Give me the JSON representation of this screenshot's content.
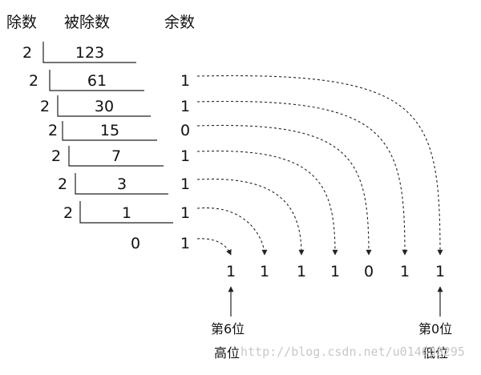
{
  "headers": {
    "divisor": "除数",
    "dividend": "被除数",
    "remainder": "余数"
  },
  "rows": [
    {
      "divisor": "2",
      "dividend": "123",
      "remainder": ""
    },
    {
      "divisor": "2",
      "dividend": "61",
      "remainder": "1"
    },
    {
      "divisor": "2",
      "dividend": "30",
      "remainder": "1"
    },
    {
      "divisor": "2",
      "dividend": "15",
      "remainder": "0"
    },
    {
      "divisor": "2",
      "dividend": "7",
      "remainder": "1"
    },
    {
      "divisor": "2",
      "dividend": "3",
      "remainder": "1"
    },
    {
      "divisor": "2",
      "dividend": "1",
      "remainder": "1"
    }
  ],
  "final": {
    "quotient": "0",
    "remainder": "1"
  },
  "result_bits": [
    "1",
    "1",
    "1",
    "1",
    "0",
    "1",
    "1"
  ],
  "labels": {
    "high_line1": "第6位",
    "high_line2": "高位",
    "low_line1": "第0位",
    "low_line2": "低位"
  },
  "watermark": "http://blog.csdn.net/u014608295"
}
